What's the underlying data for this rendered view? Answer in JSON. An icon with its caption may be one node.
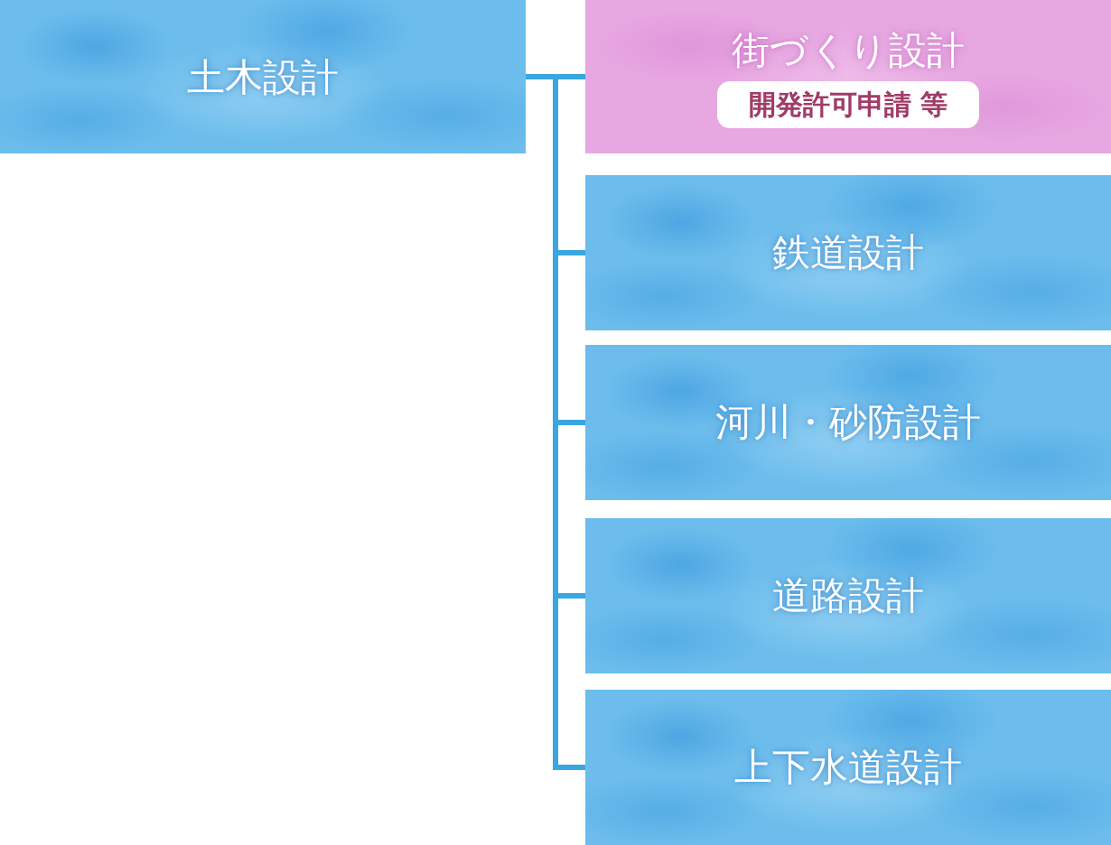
{
  "diagram": {
    "nodes": [
      {
        "text": [
          "土木設計"
        ]
      },
      {
        "text": [
          "街づくり設計",
          "開発許可申請 等"
        ]
      },
      {
        "text": [
          "鉄道設計"
        ]
      },
      {
        "text": [
          "河川・砂防設計"
        ]
      },
      {
        "text": [
          "道路設計"
        ]
      },
      {
        "text": [
          "上下水道設計"
        ]
      }
    ],
    "edges": [
      {
        "from": 0,
        "to": 1,
        "arrow": "none"
      },
      {
        "from": 0,
        "to": 2,
        "arrow": "none"
      },
      {
        "from": 0,
        "to": 3,
        "arrow": "none"
      },
      {
        "from": 0,
        "to": 4,
        "arrow": "none"
      },
      {
        "from": 0,
        "to": 5,
        "arrow": "none"
      }
    ]
  }
}
